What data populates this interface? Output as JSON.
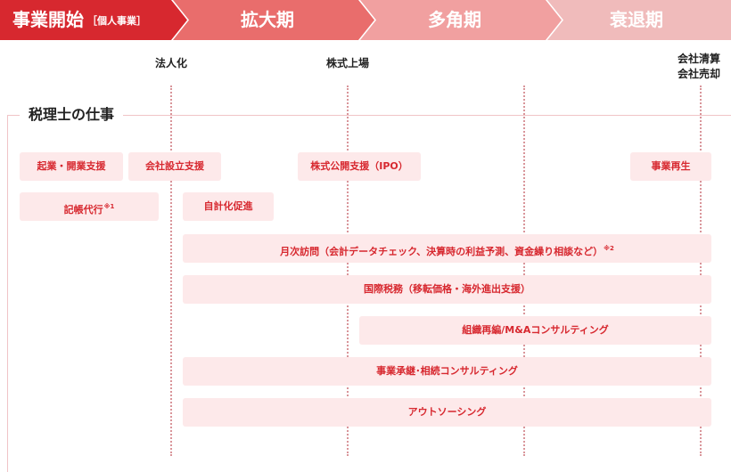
{
  "colors": {
    "stage1": "#d7282f",
    "stage2": "#e96d6c",
    "stage3": "#f1a0a0",
    "stage4": "#f0bbbb",
    "task_text": "#d7282f",
    "task_bg": "#fde9ea",
    "guide_line": "#d9959a"
  },
  "stages": [
    {
      "label": "事業開始",
      "sub": "［個人事業］"
    },
    {
      "label": "拡大期"
    },
    {
      "label": "多角期"
    },
    {
      "label": "衰退期"
    }
  ],
  "milestones": {
    "incorporation": "法人化",
    "listing": "株式上場",
    "exit_line1": "会社清算",
    "exit_line2": "会社売却"
  },
  "section_title": "税理士の仕事",
  "tasks": {
    "startup_support": "起業・開業支援",
    "company_setup": "会社設立支援",
    "ipo_support": "株式公開支援（IPO）",
    "business_revival": "事業再生",
    "bookkeeping": "記帳代行",
    "bookkeeping_note": "※1",
    "self_accounting": "自計化促進",
    "monthly_visit": "月次訪問（会計データチェック、決算時の利益予測、資金繰り相談など）",
    "monthly_visit_note": "※2",
    "international_tax": "国際税務（移転価格・海外進出支援）",
    "reorganization": "組織再編/M&Aコンサルティング",
    "succession": "事業承継･相続コンサルティング",
    "outsourcing": "アウトソーシング"
  }
}
